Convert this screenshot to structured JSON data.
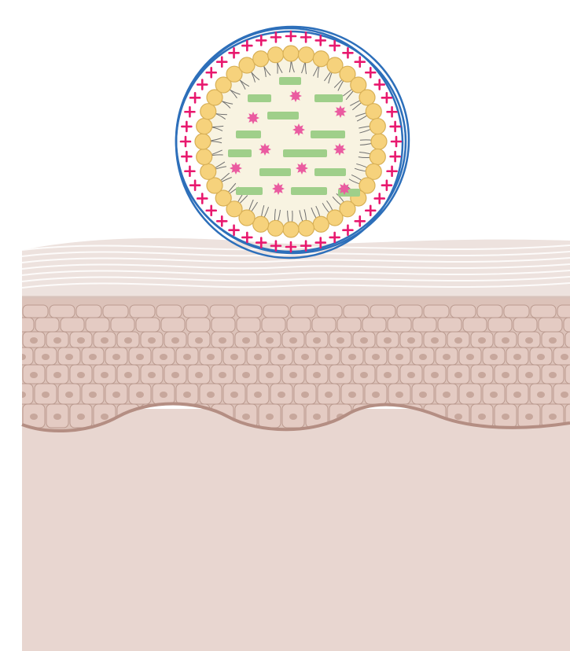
{
  "colors": {
    "background": "#ffffff",
    "dermis": "#e8d6d0",
    "epidermis_fill": "#dcc2b9",
    "cell_fill": "#e5cdc5",
    "cell_line": "#b8978c",
    "nucleus": "#c7a79c",
    "basement_line": "#b48e83",
    "stratum_corneum": "#ede2de",
    "corneum_line": "#ffffff",
    "outer_ring": "#2d6fba",
    "charge_sign": "#e8186e",
    "lipid_head": "#f6d27c",
    "lipid_head_edge": "#d8b056",
    "lipid_tail": "#6f6f6f",
    "core": "#f8f3e1",
    "drug_bar": "#9fcf8a",
    "drug_star": "#ea5ba0"
  },
  "icons": {
    "charge": "plus-sign",
    "lipid": "phospholipid",
    "active_bar": "rounded-rectangle",
    "active_star": "eight-point-star"
  }
}
